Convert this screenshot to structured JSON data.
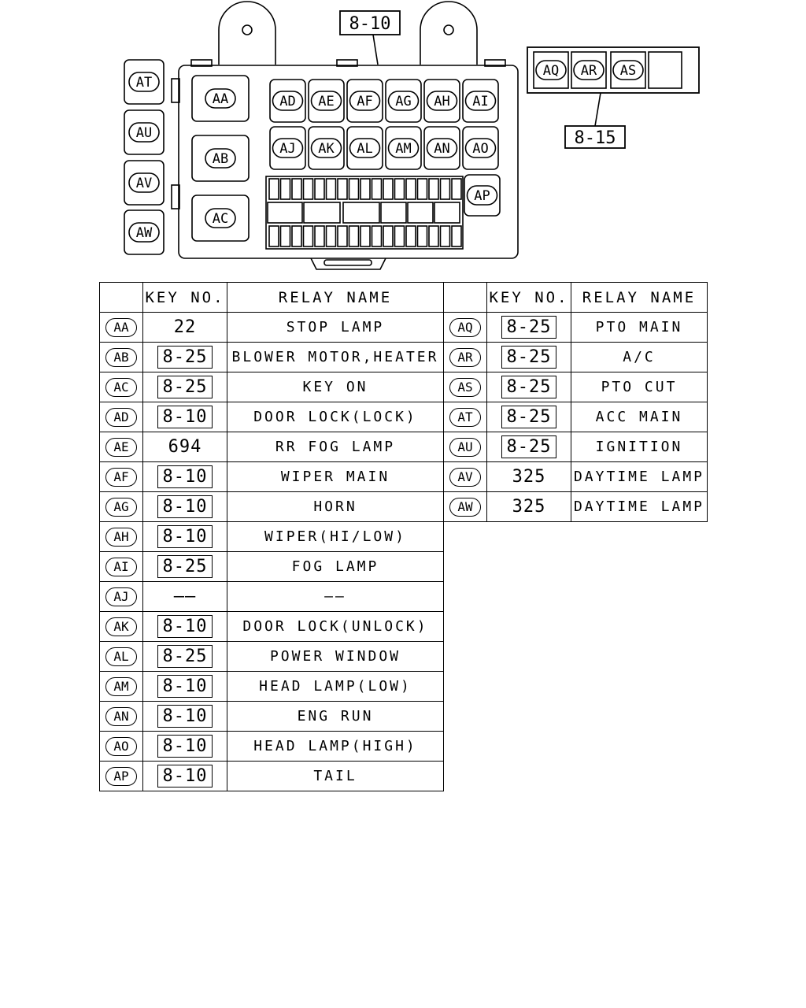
{
  "diagram": {
    "refs": {
      "top": "8-10",
      "relay_box": "8-15"
    },
    "side_relays": [
      "AT",
      "AU",
      "AV",
      "AW"
    ],
    "big_relays": [
      "AA",
      "AB",
      "AC"
    ],
    "row1": [
      "AD",
      "AE",
      "AF",
      "AG",
      "AH",
      "AI"
    ],
    "row2": [
      "AJ",
      "AK",
      "AL",
      "AM",
      "AN",
      "AO"
    ],
    "extra": [
      "AP"
    ],
    "box_relays": [
      "AQ",
      "AR",
      "AS"
    ]
  },
  "table_left": {
    "headers": {
      "blank": "",
      "key": "KEY NO.",
      "name": "RELAY NAME"
    },
    "rows": [
      {
        "id": "AA",
        "key": "22",
        "boxed": false,
        "name": "STOP LAMP"
      },
      {
        "id": "AB",
        "key": "8-25",
        "boxed": true,
        "name": "BLOWER MOTOR,HEATER"
      },
      {
        "id": "AC",
        "key": "8-25",
        "boxed": true,
        "name": "KEY ON"
      },
      {
        "id": "AD",
        "key": "8-10",
        "boxed": true,
        "name": "DOOR LOCK(LOCK)"
      },
      {
        "id": "AE",
        "key": "694",
        "boxed": false,
        "name": "RR FOG LAMP"
      },
      {
        "id": "AF",
        "key": "8-10",
        "boxed": true,
        "name": "WIPER MAIN"
      },
      {
        "id": "AG",
        "key": "8-10",
        "boxed": true,
        "name": "HORN"
      },
      {
        "id": "AH",
        "key": "8-10",
        "boxed": true,
        "name": "WIPER(HI/LOW)"
      },
      {
        "id": "AI",
        "key": "8-25",
        "boxed": true,
        "name": "FOG LAMP"
      },
      {
        "id": "AJ",
        "key": "——",
        "boxed": false,
        "name": "——"
      },
      {
        "id": "AK",
        "key": "8-10",
        "boxed": true,
        "name": "DOOR LOCK(UNLOCK)"
      },
      {
        "id": "AL",
        "key": "8-25",
        "boxed": true,
        "name": "POWER WINDOW"
      },
      {
        "id": "AM",
        "key": "8-10",
        "boxed": true,
        "name": "HEAD LAMP(LOW)"
      },
      {
        "id": "AN",
        "key": "8-10",
        "boxed": true,
        "name": "ENG RUN"
      },
      {
        "id": "AO",
        "key": "8-10",
        "boxed": true,
        "name": "HEAD LAMP(HIGH)"
      },
      {
        "id": "AP",
        "key": "8-10",
        "boxed": true,
        "name": "TAIL"
      }
    ]
  },
  "table_right": {
    "headers": {
      "blank": "",
      "key": "KEY NO.",
      "name": "RELAY NAME"
    },
    "rows": [
      {
        "id": "AQ",
        "key": "8-25",
        "boxed": true,
        "name": "PTO MAIN"
      },
      {
        "id": "AR",
        "key": "8-25",
        "boxed": true,
        "name": "A/C"
      },
      {
        "id": "AS",
        "key": "8-25",
        "boxed": true,
        "name": "PTO CUT"
      },
      {
        "id": "AT",
        "key": "8-25",
        "boxed": true,
        "name": "ACC MAIN"
      },
      {
        "id": "AU",
        "key": "8-25",
        "boxed": true,
        "name": "IGNITION"
      },
      {
        "id": "AV",
        "key": "325",
        "boxed": false,
        "name": "DAYTIME LAMP"
      },
      {
        "id": "AW",
        "key": "325",
        "boxed": false,
        "name": "DAYTIME LAMP"
      }
    ]
  }
}
